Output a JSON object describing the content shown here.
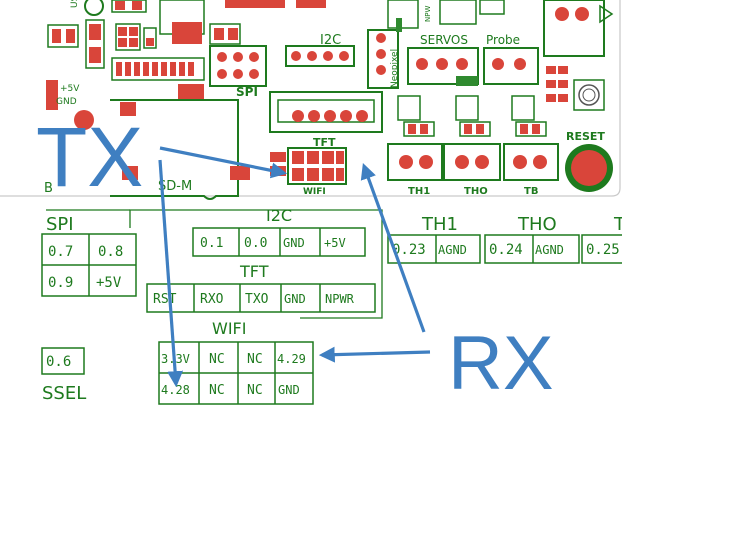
{
  "board_labels": {
    "i2c": "I2C",
    "spi": "SPI",
    "servos": "SERVOS",
    "probe": "Probe",
    "neopixel": "Neopixel",
    "tft": "TFT",
    "wifi": "WIFI",
    "reset": "RESET",
    "sd": "SD-M",
    "plus5v": "+5V",
    "gnd": "GND",
    "th1": "TH1",
    "th0": "THO",
    "tb": "TB",
    "b_edge": "B",
    "npw": "NPW",
    "us": "US"
  },
  "callouts": {
    "tx": "TX",
    "rx": "RX"
  },
  "pin_tables": {
    "spi": {
      "title": "SPI",
      "rows": [
        [
          "0.7",
          "0.8"
        ],
        [
          "0.9",
          "+5V"
        ]
      ]
    },
    "i2c": {
      "title": "I2C",
      "rows": [
        [
          "0.1",
          "0.0",
          "GND",
          "+5V"
        ]
      ]
    },
    "tft": {
      "title": "TFT",
      "rows": [
        [
          "RST",
          "RXO",
          "TXO",
          "GND",
          "NPWR"
        ]
      ]
    },
    "wifi": {
      "title": "WIFI",
      "rows": [
        [
          "3.3V",
          "NC",
          "NC",
          "4.29"
        ],
        [
          "4.28",
          "NC",
          "NC",
          "GND"
        ]
      ]
    },
    "th1": {
      "title": "TH1",
      "rows": [
        [
          "0.23",
          "AGND"
        ]
      ]
    },
    "th0": {
      "title": "THO",
      "rows": [
        [
          "0.24",
          "AGND"
        ]
      ]
    },
    "tb": {
      "title": "T",
      "rows": [
        [
          "0.25"
        ]
      ]
    },
    "ssel": {
      "title": "SSEL",
      "rows": [
        [
          "0.6"
        ]
      ]
    }
  },
  "colors": {
    "silkscreen": "#1e7a1e",
    "pad": "#d9453a",
    "arrow": "#3f7fc1"
  }
}
